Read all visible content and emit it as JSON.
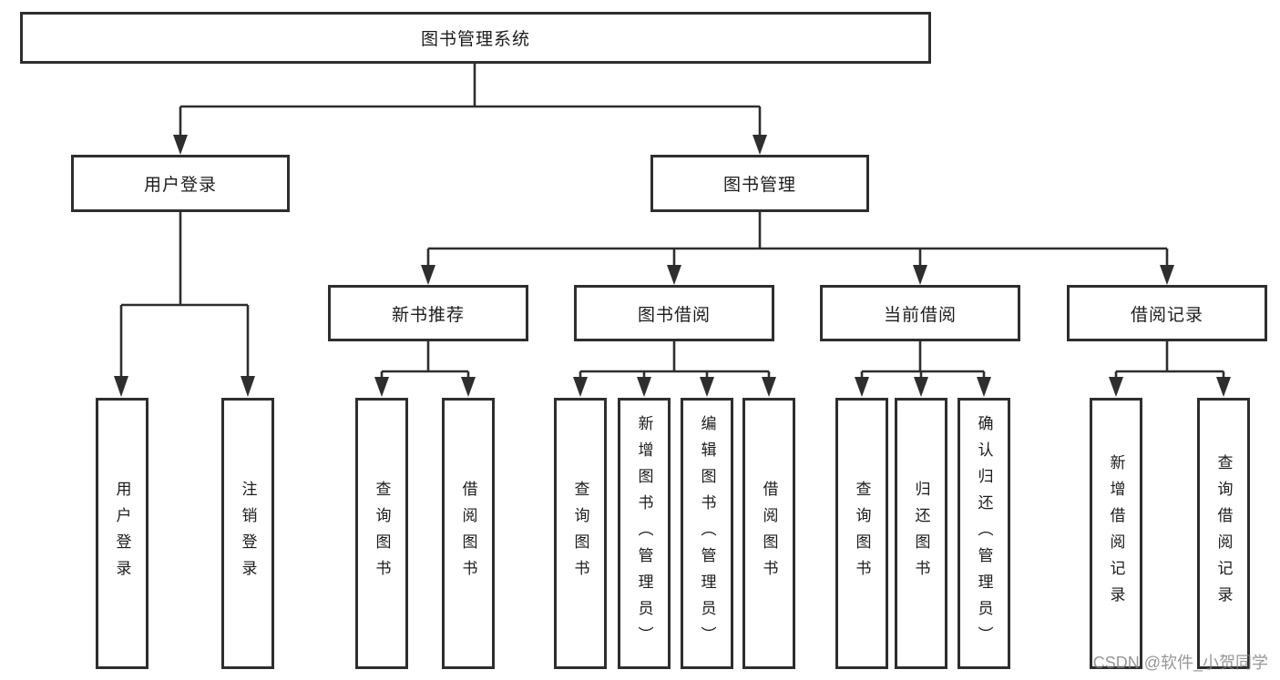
{
  "diagram": {
    "root": "图书管理系统",
    "level2": [
      "用户登录",
      "图书管理"
    ],
    "level3": [
      "新书推荐",
      "图书借阅",
      "当前借阅",
      "借阅记录"
    ],
    "leaves": [
      "用户登录",
      "注销登录",
      "查询图书",
      "借阅图书",
      "查询图书",
      "新增图书（管理员）",
      "编辑图书（管理员）",
      "借阅图书",
      "查询图书",
      "归还图书",
      "确认归还（管理员）",
      "新增借阅记录",
      "查询借阅记录"
    ]
  },
  "watermark": "CSDN @软件_小贺同学",
  "colors": {
    "line": "#2e2e2e",
    "text": "#1c1c1c",
    "watermark": "#808080",
    "background": "#ffffff"
  }
}
